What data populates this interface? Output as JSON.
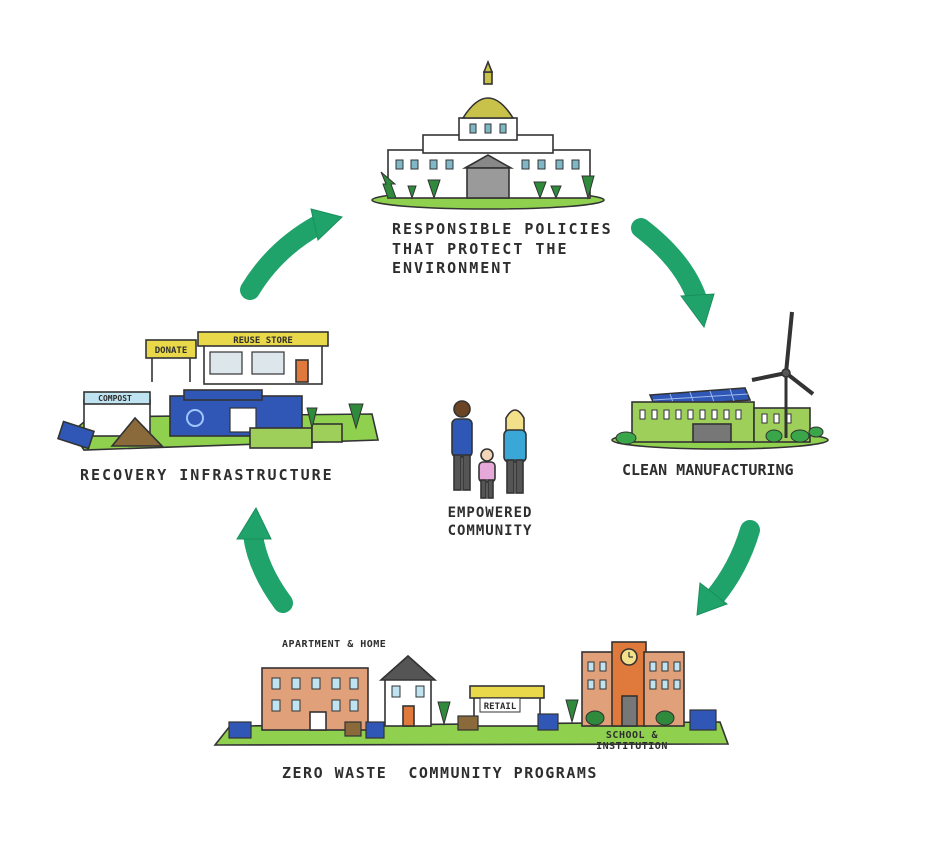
{
  "stages": {
    "policies": "RESPONSIBLE POLICIES\nTHAT PROTECT THE\nENVIRONMENT",
    "manufacturing": "CLEAN MANUFACTURING",
    "community_programs": "ZERO WASTE  COMMUNITY PROGRAMS",
    "recovery": "RECOVERY INFRASTRUCTURE"
  },
  "center": "EMPOWERED\nCOMMUNITY",
  "sublabels": {
    "apartment_home": "APARTMENT & HOME",
    "school": "SCHOOL &\nINSTITUTION"
  },
  "signs": {
    "retail": "RETAIL",
    "reuse_store": "REUSE STORE",
    "donate": "DONATE",
    "compost": "COMPOST"
  },
  "colors": {
    "arrow": "#1fa36a",
    "grass": "#8fd14f",
    "dome": "#c9c24a",
    "solar": "#2f57b5",
    "factory": "#9dcf5a",
    "brick": "#e0a07a",
    "school": "#e07a3c",
    "blue": "#3057b6",
    "reuse_roof": "#e9d84a"
  }
}
